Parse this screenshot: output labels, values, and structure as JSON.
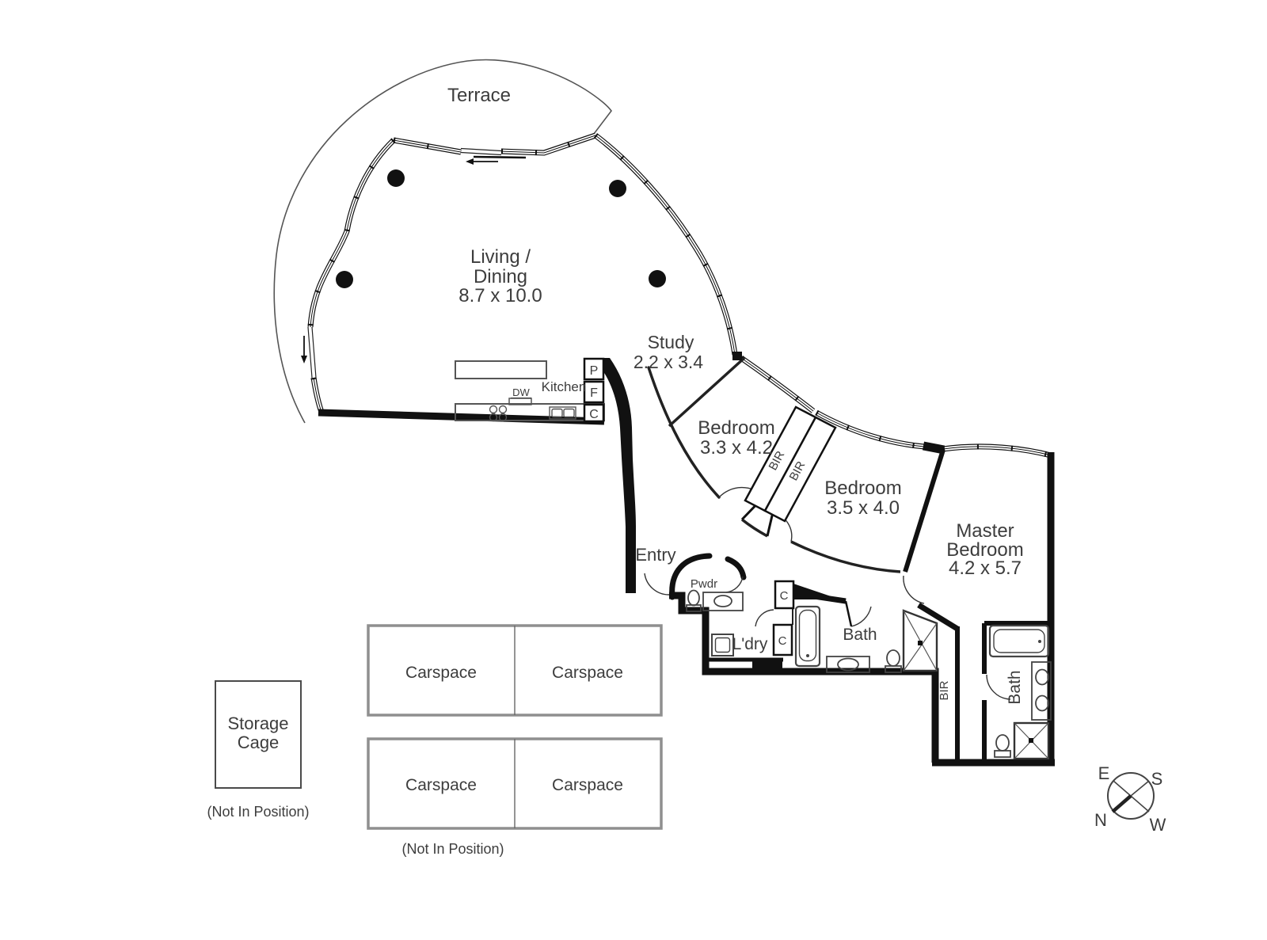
{
  "rooms": {
    "terrace": "Terrace",
    "living_1": "Living /",
    "living_2": "Dining",
    "living_dims": "8.7 x 10.0",
    "study": "Study",
    "study_dims": "2.2 x 3.4",
    "bed1": "Bedroom",
    "bed1_dims": "3.3 x 4.2",
    "bed2": "Bedroom",
    "bed2_dims": "3.5 x 4.0",
    "master_1": "Master",
    "master_2": "Bedroom",
    "master_dims": "4.2 x 5.7",
    "entry": "Entry",
    "kitchen": "Kitchen",
    "powder": "Pwdr",
    "laundry": "L'dry",
    "bath": "Bath",
    "ensuite": "Bath"
  },
  "storage": {
    "bir_left": "BIR",
    "bir_right": "BIR",
    "bir_hall": "BIR",
    "closet1": "C",
    "closet2": "C",
    "pantry": "P",
    "fridge": "F",
    "cupboard": "C",
    "dishwasher": "DW"
  },
  "parking": {
    "storage_1": "Storage",
    "storage_2": "Cage",
    "storage_note": "(Not In Position)",
    "carspace_tl": "Carspace",
    "carspace_tr": "Carspace",
    "carspace_bl": "Carspace",
    "carspace_br": "Carspace",
    "carspace_note": "(Not In Position)"
  },
  "compass": {
    "e": "E",
    "s": "S",
    "n": "N",
    "w": "W"
  },
  "colors": {
    "wall": "#111111",
    "text": "#3d3d3d",
    "window_fill": "#ffffff"
  }
}
